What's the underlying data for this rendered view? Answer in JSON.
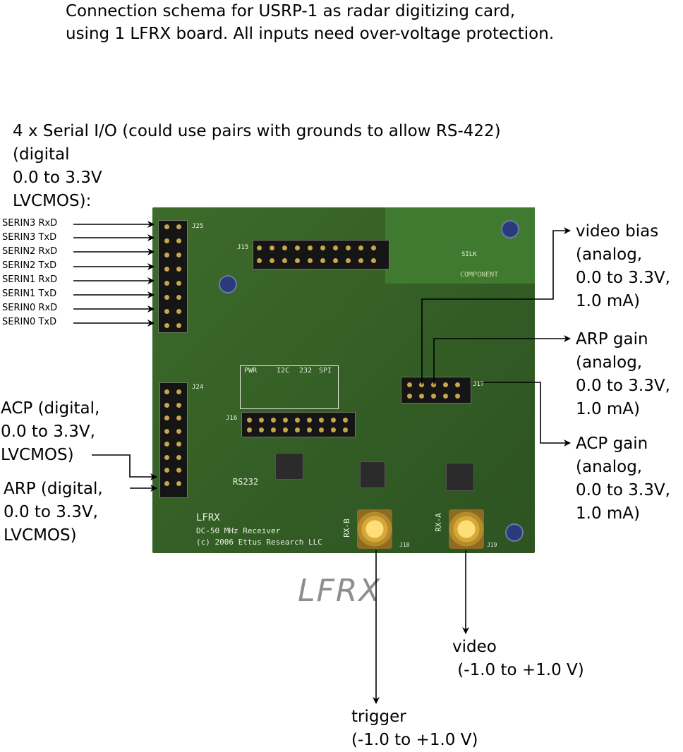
{
  "title": {
    "line1": "Connection schema for USRP-1 as radar digitizing card,",
    "line2": "using 1 LFRX board.  All inputs need over-voltage protection."
  },
  "serial_block": {
    "line1": "4 x Serial I/O (could use pairs with grounds to allow RS-422)",
    "line2": "(digital",
    "line3": "0.0 to 3.3V",
    "line4": "LVCMOS):"
  },
  "serial_pins": [
    "SERIN3 RxD",
    "SERIN3 TxD",
    "SERIN2 RxD",
    "SERIN2 TxD",
    "SERIN1 RxD",
    "SERIN1 TxD",
    "SERIN0 RxD",
    "SERIN0 TxD"
  ],
  "acp_digital": {
    "line1": "ACP (digital,",
    "line2": "0.0 to 3.3V,",
    "line3": "LVCMOS)"
  },
  "arp_digital": {
    "line1": "ARP (digital,",
    "line2": "0.0 to 3.3V,",
    "line3": " LVCMOS)"
  },
  "video_bias": {
    "line1": "video bias",
    "line2": "(analog,",
    "line3": "0.0 to 3.3V,",
    "line4": "1.0 mA)"
  },
  "arp_gain": {
    "line1": "ARP gain",
    "line2": "(analog,",
    "line3": "0.0 to 3.3V,",
    "line4": "1.0 mA)"
  },
  "acp_gain": {
    "line1": "ACP gain",
    "line2": "(analog,",
    "line3": "0.0 to 3.3V,",
    "line4": "1.0 mA)"
  },
  "video": {
    "line1": "video",
    "line2": " (-1.0 to +1.0 V)"
  },
  "trigger": {
    "line1": "trigger",
    "line2": "(-1.0 to +1.0 V)"
  },
  "board": {
    "name": "LFRX",
    "subtitle": "DC-50 MHz Receiver",
    "copyright": "(c) 2006 Ettus Research LLC",
    "watermark": "LFRX",
    "connectors": [
      "J25",
      "J24",
      "J15",
      "J16",
      "J17",
      "J18",
      "J19"
    ],
    "rx_b": "RX-B",
    "rx_a": "RX-A",
    "rs232": "RS232",
    "silk_component": "COMPONENT",
    "silk": "SILK",
    "bus_labels": [
      "PWR",
      "I2C",
      "232",
      "SPI"
    ]
  },
  "colors": {
    "board": "#35612a",
    "arrow": "#000000",
    "gold": "#c8a64a"
  }
}
